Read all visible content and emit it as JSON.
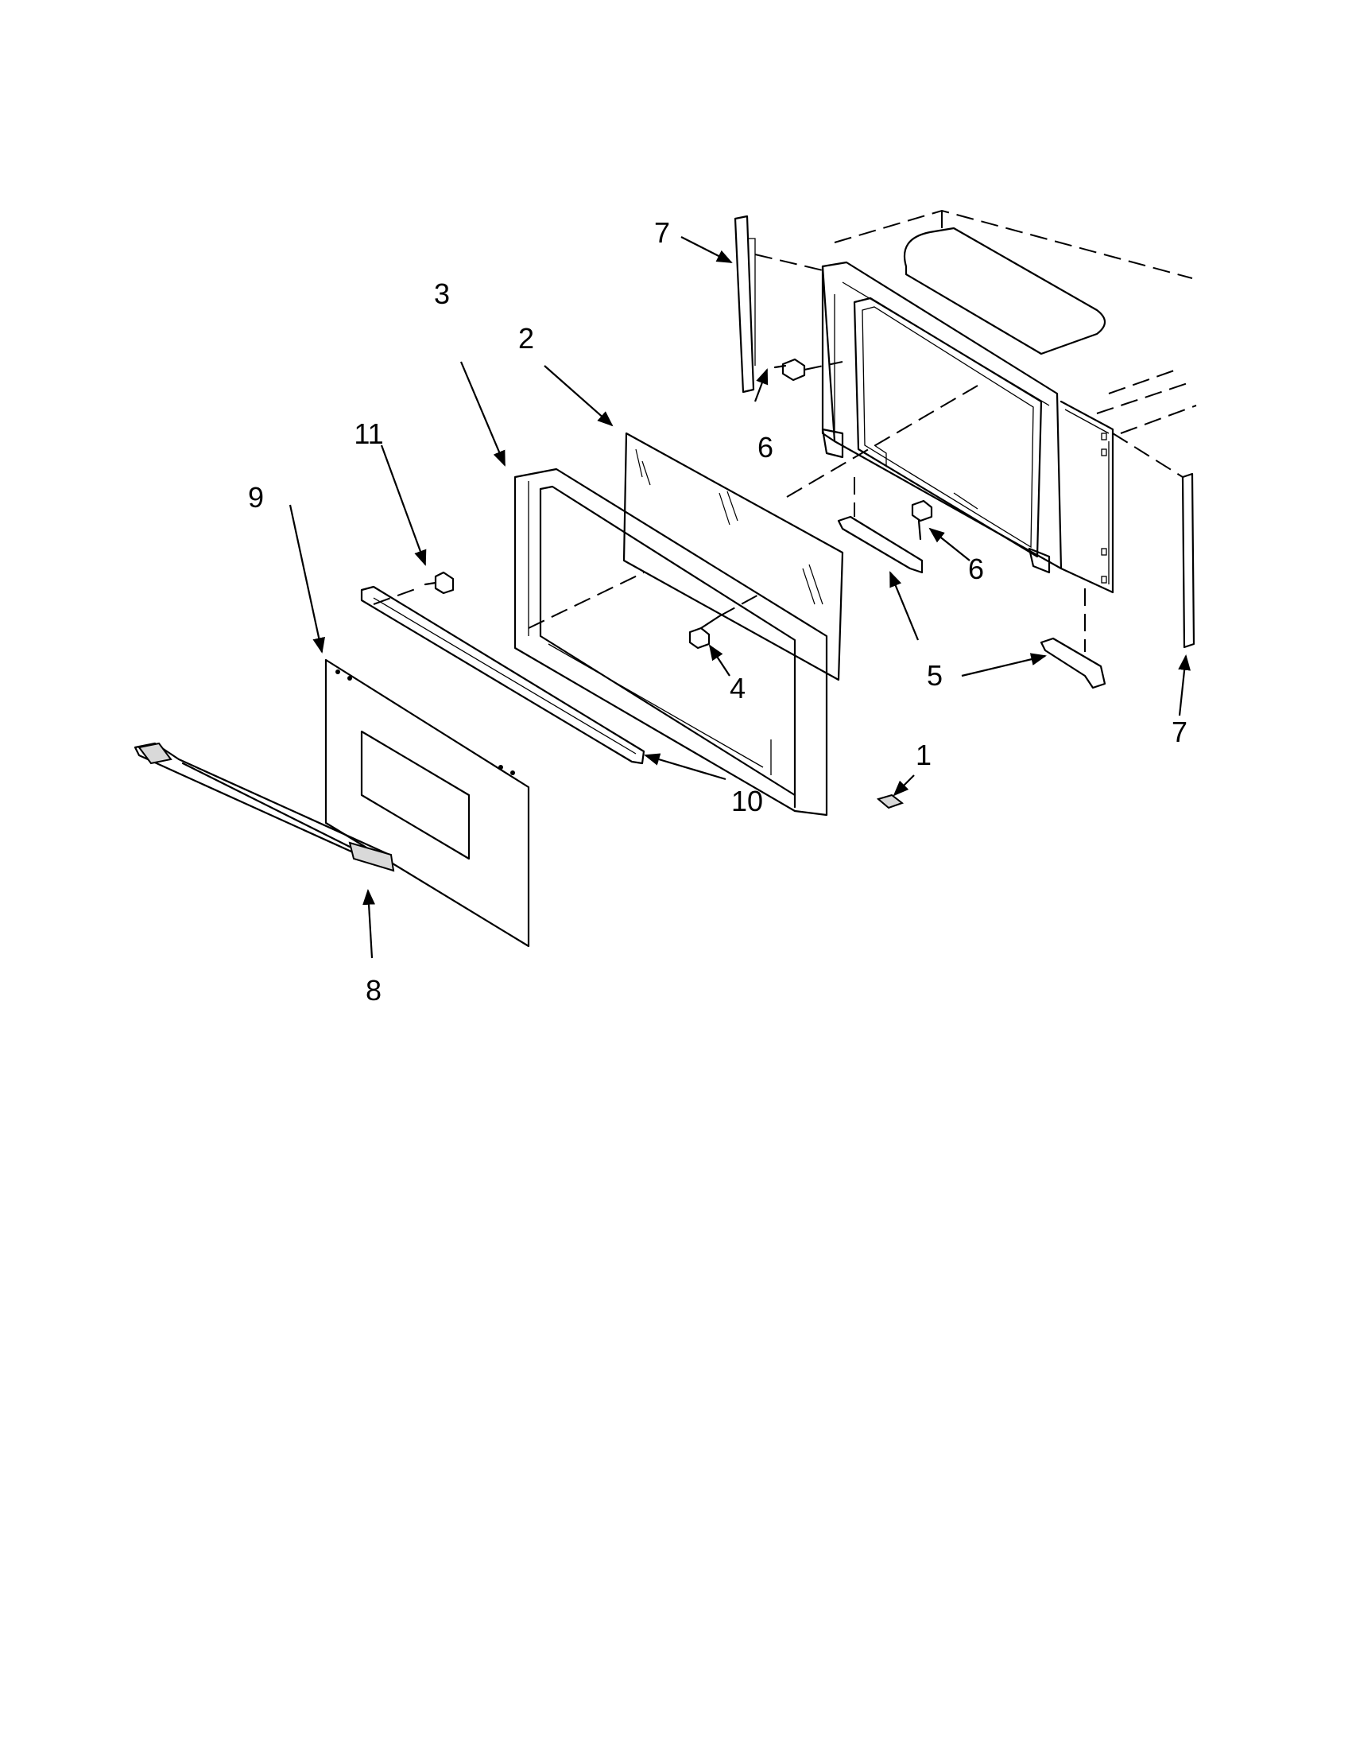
{
  "callouts": [
    {
      "id": "c1",
      "label": "1"
    },
    {
      "id": "c2",
      "label": "2"
    },
    {
      "id": "c3",
      "label": "3"
    },
    {
      "id": "c4",
      "label": "4"
    },
    {
      "id": "c5a",
      "label": "5"
    },
    {
      "id": "c6a",
      "label": "6"
    },
    {
      "id": "c6b",
      "label": "6"
    },
    {
      "id": "c7a",
      "label": "7"
    },
    {
      "id": "c7b",
      "label": "7"
    },
    {
      "id": "c8",
      "label": "8"
    },
    {
      "id": "c9",
      "label": "9"
    },
    {
      "id": "c10",
      "label": "10"
    },
    {
      "id": "c11",
      "label": "11"
    }
  ]
}
